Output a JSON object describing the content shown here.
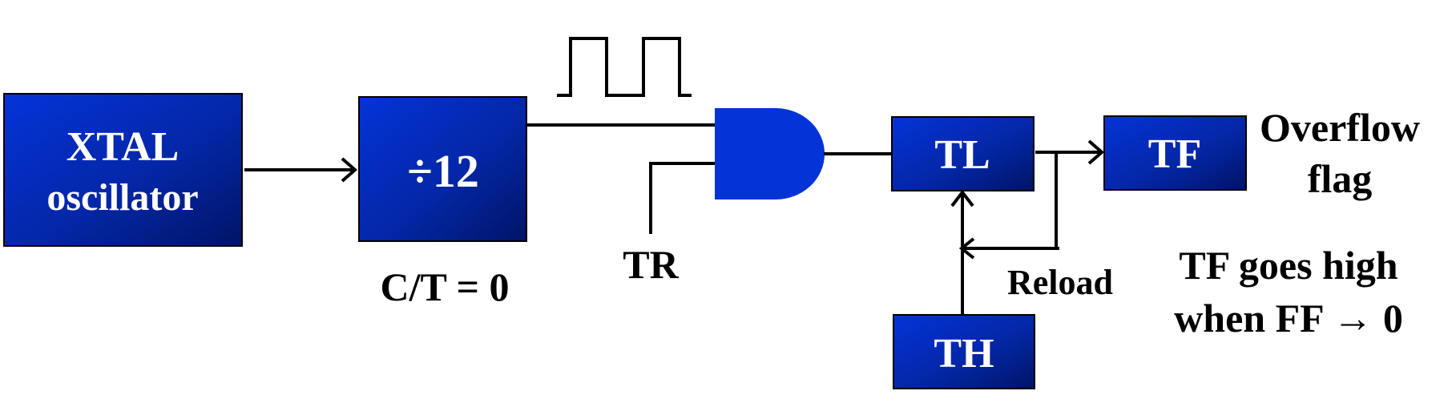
{
  "blocks": {
    "xtal": {
      "line1": "XTAL",
      "line2": "oscillator"
    },
    "divider": {
      "label": "÷12"
    },
    "tl": {
      "label": "TL"
    },
    "tf": {
      "label": "TF"
    },
    "th": {
      "label": "TH"
    }
  },
  "labels": {
    "ct": "C/T = 0",
    "tr": "TR",
    "reload": "Reload",
    "overflow_line1": "Overflow",
    "overflow_line2": "flag",
    "tf_note_line1": "TF goes high",
    "tf_note_line2": "when FF → 0"
  },
  "colors": {
    "block_fill_light": "#0433d8",
    "block_fill_dark": "#001466",
    "gate_fill": "#0433d8"
  }
}
